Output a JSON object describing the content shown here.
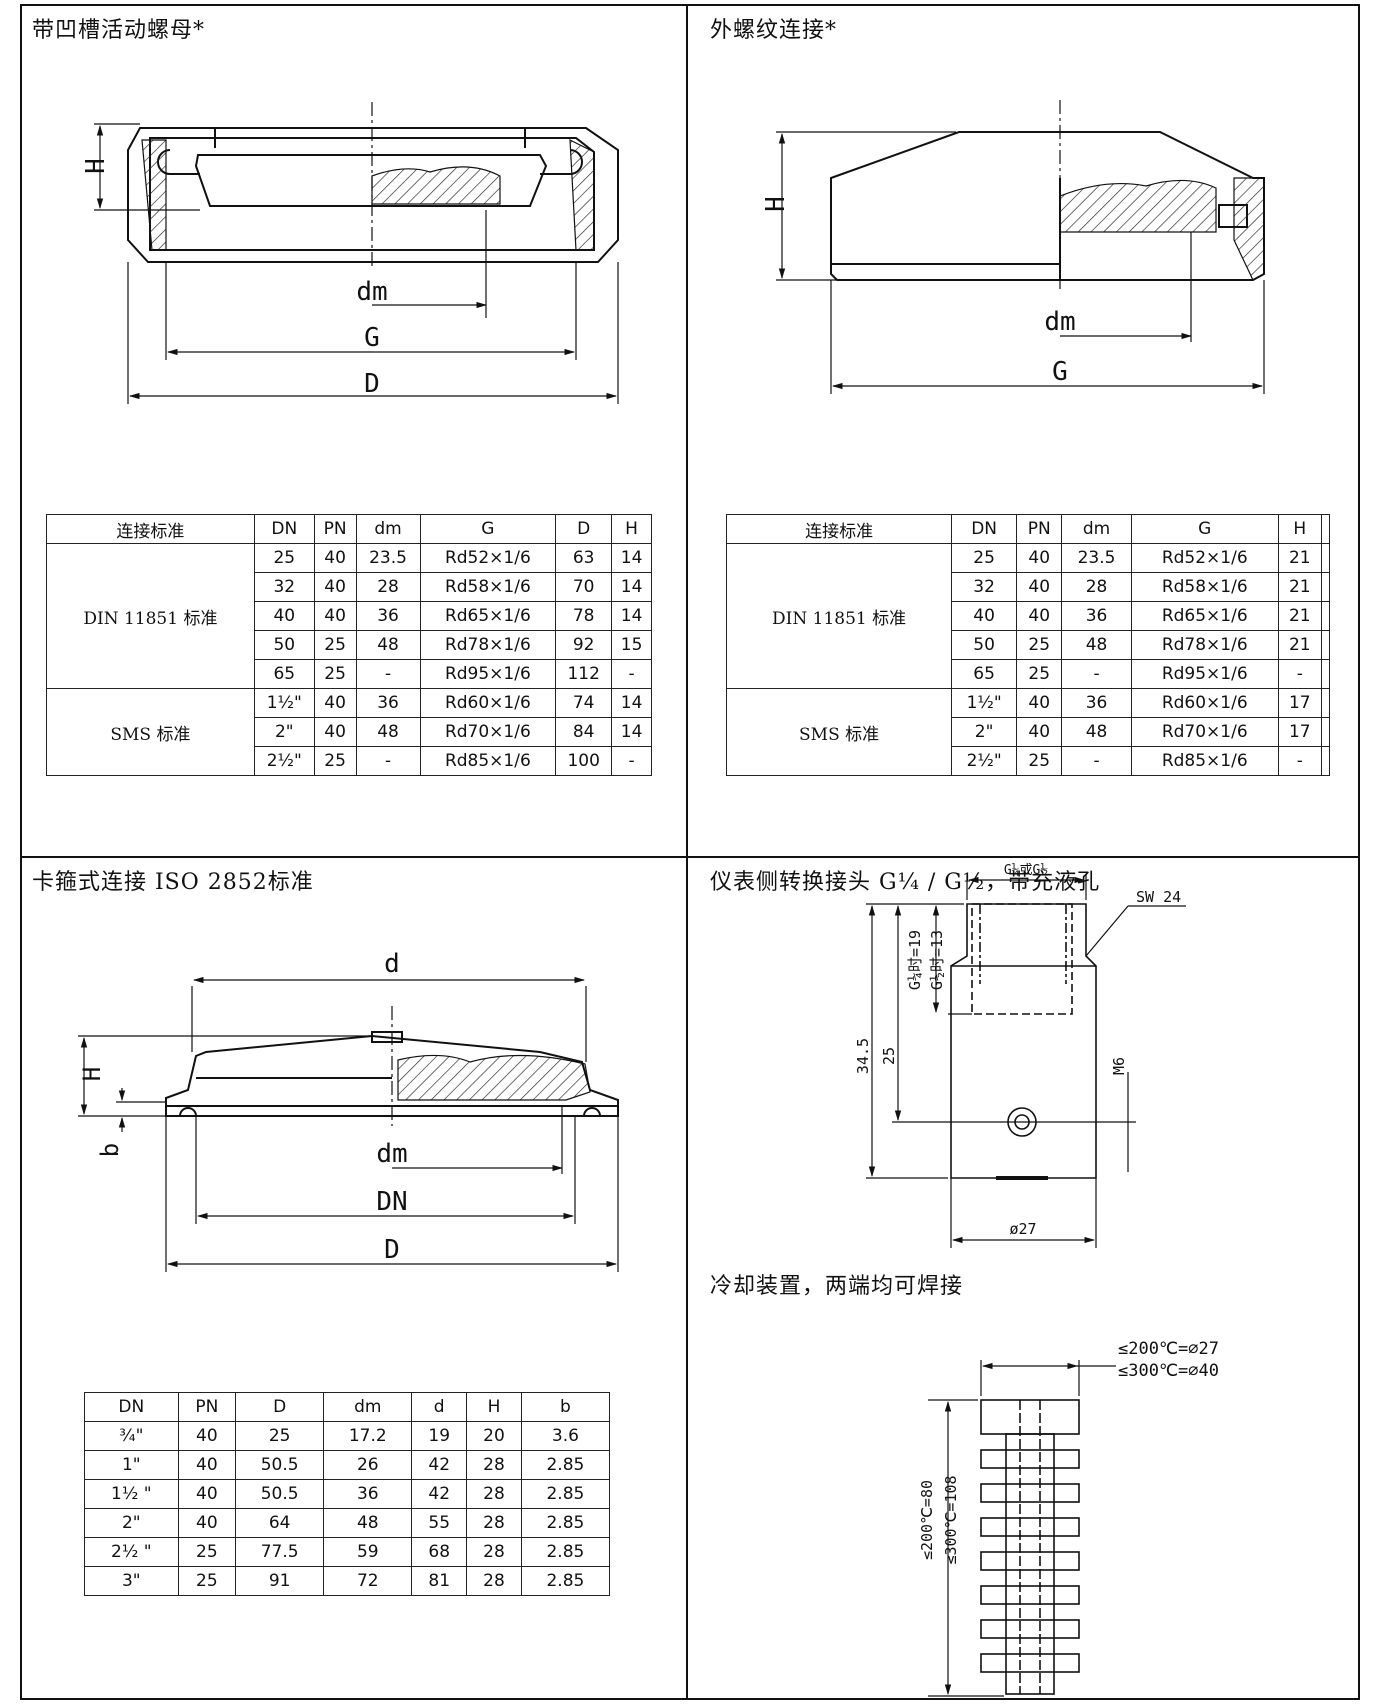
{
  "panels": {
    "top_left_title": "带凹槽活动螺母*",
    "top_right_title": "外螺纹连接*",
    "bottom_left_title": "卡箍式连接 ISO 2852标准",
    "bottom_right_title": "仪表侧转换接头 G¼ / G½，带充液孔",
    "cooling_title": "冷却装置，两端均可焊接"
  },
  "labels": {
    "H": "H",
    "dm": "dm",
    "G": "G",
    "D": "D",
    "d": "d",
    "DN": "DN",
    "b": "b",
    "g_top": "G¼或G½",
    "sw": "SW 24",
    "dim_345": "34.5",
    "dim_25": "25",
    "g14": "G¼时=19",
    "g12": "G½时=13",
    "m6": "M6",
    "d27": "ø27",
    "cool1": "≤200℃=∅27",
    "cool2": "≤300℃=∅40",
    "cool_h1": "≤200℃=80",
    "cool_h2": "≤300℃=108"
  },
  "table_nut": {
    "headers": [
      "连接标准",
      "DN",
      "PN",
      "dm",
      "G",
      "D",
      "H"
    ],
    "groups": [
      {
        "standard": "DIN 11851 标准",
        "rows": [
          [
            "25",
            "40",
            "23.5",
            "Rd52×1/6",
            "63",
            "14"
          ],
          [
            "32",
            "40",
            "28",
            "Rd58×1/6",
            "70",
            "14"
          ],
          [
            "40",
            "40",
            "36",
            "Rd65×1/6",
            "78",
            "14"
          ],
          [
            "50",
            "25",
            "48",
            "Rd78×1/6",
            "92",
            "15"
          ],
          [
            "65",
            "25",
            "-",
            "Rd95×1/6",
            "112",
            "-"
          ]
        ]
      },
      {
        "standard": "SMS 标准",
        "rows": [
          [
            "1½\"",
            "40",
            "36",
            "Rd60×1/6",
            "74",
            "14"
          ],
          [
            "2\"",
            "40",
            "48",
            "Rd70×1/6",
            "84",
            "14"
          ],
          [
            "2½\"",
            "25",
            "-",
            "Rd85×1/6",
            "100",
            "-"
          ]
        ]
      }
    ]
  },
  "table_ext": {
    "headers": [
      "连接标准",
      "DN",
      "PN",
      "dm",
      "G",
      "H",
      ""
    ],
    "groups": [
      {
        "standard": "DIN 11851 标准",
        "rows": [
          [
            "25",
            "40",
            "23.5",
            "Rd52×1/6",
            "21",
            ""
          ],
          [
            "32",
            "40",
            "28",
            "Rd58×1/6",
            "21",
            ""
          ],
          [
            "40",
            "40",
            "36",
            "Rd65×1/6",
            "21",
            ""
          ],
          [
            "50",
            "25",
            "48",
            "Rd78×1/6",
            "21",
            ""
          ],
          [
            "65",
            "25",
            "-",
            "Rd95×1/6",
            "-",
            ""
          ]
        ]
      },
      {
        "standard": "SMS 标准",
        "rows": [
          [
            "1½\"",
            "40",
            "36",
            "Rd60×1/6",
            "17",
            ""
          ],
          [
            "2\"",
            "40",
            "48",
            "Rd70×1/6",
            "17",
            ""
          ],
          [
            "2½\"",
            "25",
            "-",
            "Rd85×1/6",
            "-",
            ""
          ]
        ]
      }
    ]
  },
  "table_clamp": {
    "headers": [
      "DN",
      "PN",
      "D",
      "dm",
      "d",
      "H",
      "b"
    ],
    "rows": [
      [
        "¾\"",
        "40",
        "25",
        "17.2",
        "19",
        "20",
        "3.6"
      ],
      [
        "1\"",
        "40",
        "50.5",
        "26",
        "42",
        "28",
        "2.85"
      ],
      [
        "1½ \"",
        "40",
        "50.5",
        "36",
        "42",
        "28",
        "2.85"
      ],
      [
        "2\"",
        "40",
        "64",
        "48",
        "55",
        "28",
        "2.85"
      ],
      [
        "2½ \"",
        "25",
        "77.5",
        "59",
        "68",
        "28",
        "2.85"
      ],
      [
        "3\"",
        "25",
        "91",
        "72",
        "81",
        "28",
        "2.85"
      ]
    ]
  }
}
